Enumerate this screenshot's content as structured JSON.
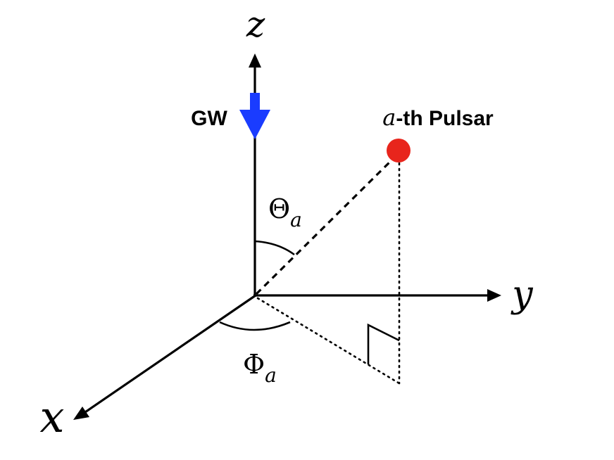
{
  "axes": {
    "z_label": "z",
    "y_label": "y",
    "x_label": "x"
  },
  "gw": {
    "label": "GW",
    "color": "#1a3cff"
  },
  "pulsar": {
    "label_prefix": "a",
    "label_suffix": "-th Pulsar",
    "color": "#e8251c"
  },
  "angles": {
    "theta_symbol": "Θ",
    "theta_subscript": "a",
    "phi_symbol": "Φ",
    "phi_subscript": "a"
  },
  "colors": {
    "axis": "#000000",
    "background": "#ffffff"
  }
}
